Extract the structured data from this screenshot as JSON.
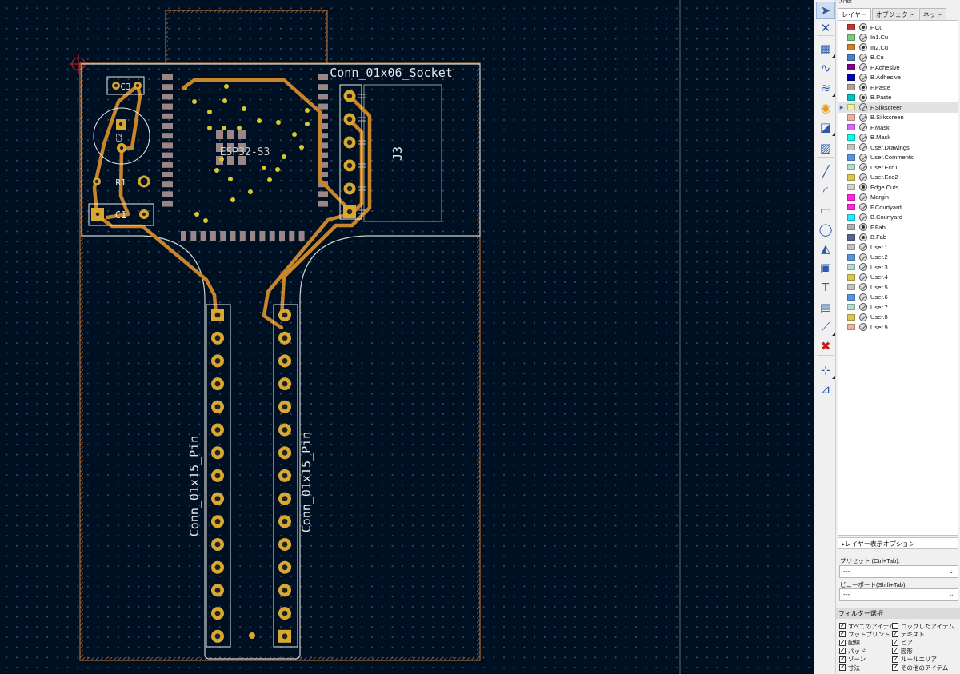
{
  "panel": {
    "title": "外観",
    "tabs": [
      "レイヤー",
      "オブジェクト",
      "ネット"
    ],
    "layers": [
      {
        "name": "F.Cu",
        "color": "#c83434",
        "visible": true
      },
      {
        "name": "In1.Cu",
        "color": "#7fc87f",
        "visible": false
      },
      {
        "name": "In2.Cu",
        "color": "#ce7d2c",
        "visible": true
      },
      {
        "name": "B.Cu",
        "color": "#4d7fc4",
        "visible": false
      },
      {
        "name": "F.Adhesive",
        "color": "#84008a",
        "visible": false
      },
      {
        "name": "B.Adhesive",
        "color": "#0000b4",
        "visible": false
      },
      {
        "name": "F.Paste",
        "color": "#b4a09a",
        "visible": true
      },
      {
        "name": "B.Paste",
        "color": "#00c2c2",
        "visible": true
      },
      {
        "name": "F.Silkscreen",
        "color": "#f2eda1",
        "visible": false
      },
      {
        "name": "B.Silkscreen",
        "color": "#e8b2a7",
        "visible": false
      },
      {
        "name": "F.Mask",
        "color": "#d864ff",
        "visible": false
      },
      {
        "name": "B.Mask",
        "color": "#02ffee",
        "visible": false
      },
      {
        "name": "User.Drawings",
        "color": "#c2c2c2",
        "visible": false
      },
      {
        "name": "User.Comments",
        "color": "#5994dc",
        "visible": false
      },
      {
        "name": "User.Eco1",
        "color": "#b4dbd2",
        "visible": false
      },
      {
        "name": "User.Eco2",
        "color": "#d8c852",
        "visible": false
      },
      {
        "name": "Edge.Cuts",
        "color": "#d0d2cd",
        "visible": true
      },
      {
        "name": "Margin",
        "color": "#ff26e2",
        "visible": false
      },
      {
        "name": "F.Courtyard",
        "color": "#ff26e2",
        "visible": false
      },
      {
        "name": "B.Courtyard",
        "color": "#26e9ff",
        "visible": false
      },
      {
        "name": "F.Fab",
        "color": "#afafaf",
        "visible": true
      },
      {
        "name": "B.Fab",
        "color": "#58668a",
        "visible": true
      },
      {
        "name": "User.1",
        "color": "#c2c2c2",
        "visible": false
      },
      {
        "name": "User.2",
        "color": "#5994dc",
        "visible": false
      },
      {
        "name": "User.3",
        "color": "#b4dbd2",
        "visible": false
      },
      {
        "name": "User.4",
        "color": "#d8c852",
        "visible": false
      },
      {
        "name": "User.5",
        "color": "#c2c2c2",
        "visible": false
      },
      {
        "name": "User.6",
        "color": "#5994dc",
        "visible": false
      },
      {
        "name": "User.7",
        "color": "#b4dbd2",
        "visible": false
      },
      {
        "name": "User.8",
        "color": "#d8c852",
        "visible": false
      },
      {
        "name": "User.9",
        "color": "#e8b2a7",
        "visible": false
      }
    ],
    "selected_layer": "F.Silkscreen",
    "layer_display_options": "レイヤー表示オプション",
    "preset_label": "プリセット (Ctrl+Tab):",
    "preset_value": "---",
    "viewport_label": "ビューポート(Shift+Tab):",
    "viewport_value": "---",
    "filter_title": "フィルター選択",
    "filters": [
      {
        "label": "すべてのアイテム",
        "checked": true
      },
      {
        "label": "ロックしたアイテム",
        "checked": false
      },
      {
        "label": "フットプリント",
        "checked": true
      },
      {
        "label": "テキスト",
        "checked": true
      },
      {
        "label": "配線",
        "checked": true
      },
      {
        "label": "ビア",
        "checked": true
      },
      {
        "label": "パッド",
        "checked": true
      },
      {
        "label": "図形",
        "checked": true
      },
      {
        "label": "ゾーン",
        "checked": true
      },
      {
        "label": "ルールエリア",
        "checked": true
      },
      {
        "label": "寸法",
        "checked": true
      },
      {
        "label": "その他のアイテム",
        "checked": true
      }
    ]
  },
  "toolbar": {
    "tools": [
      "select-tool",
      "local-ratsnest-tool",
      "footprint-tool",
      "route-track-tool",
      "tune-length-tool",
      "via-tool",
      "zone-tool",
      "rule-area-tool",
      "line-tool",
      "arc-tool",
      "rectangle-tool",
      "circle-tool",
      "polygon-tool",
      "image-tool",
      "text-tool",
      "textbox-tool",
      "dimension-tool",
      "delete-tool",
      "origin-tool",
      "measure-tool"
    ]
  },
  "board": {
    "labels": {
      "conn_socket": "Conn_01x06_Socket",
      "esp": "ESP32-S3",
      "j3": "J3",
      "c3": "C3",
      "c2": "C2",
      "r1": "R1",
      "c1": "C1",
      "pin_left": "Conn_01x15_Pin",
      "pin_right": "Conn_01x15_Pin"
    },
    "colors": {
      "background": "#001023",
      "edge": "#d0d2cd",
      "courtyard": "#c87a3a",
      "copper": "#c8852a",
      "pad": "#d8a830",
      "silk": "#e8e8e8",
      "fab": "#8a8a8a",
      "paste": "#9a8684"
    },
    "pin_count": 15
  }
}
